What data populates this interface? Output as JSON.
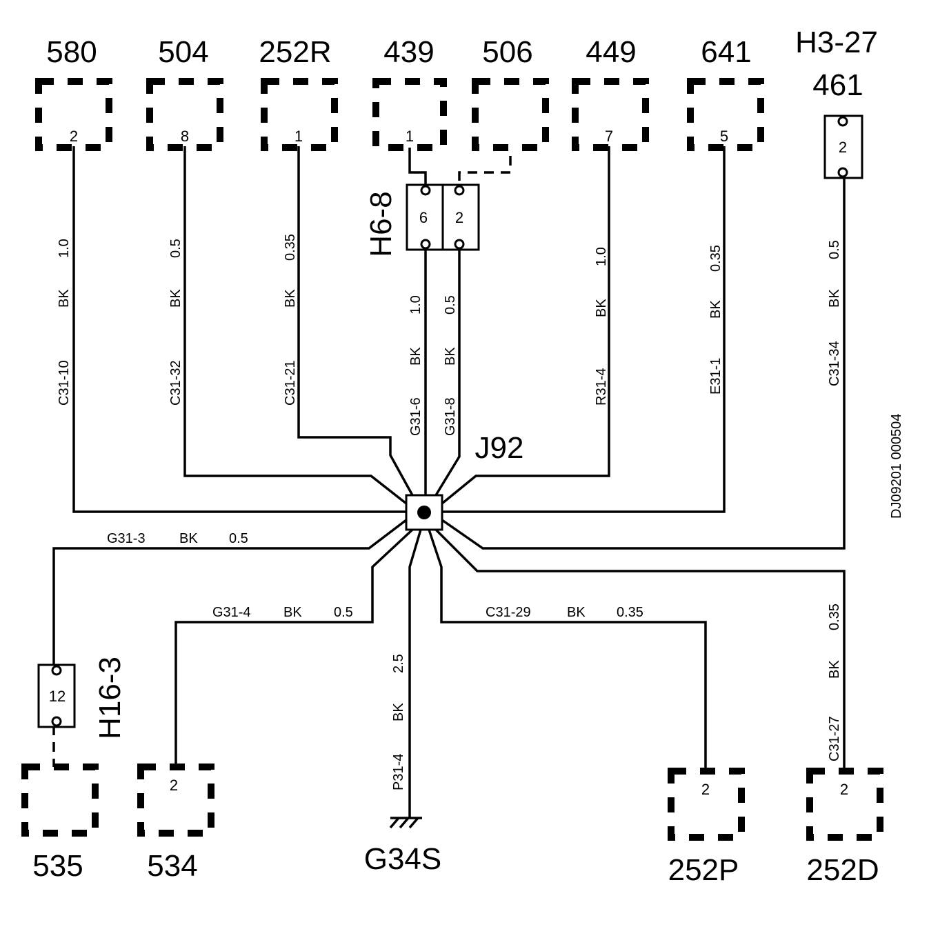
{
  "components": {
    "c580": {
      "label": "580",
      "pin": "2"
    },
    "c504": {
      "label": "504",
      "pin": "8"
    },
    "c252r": {
      "label": "252R",
      "pin": "1"
    },
    "c439": {
      "label": "439",
      "pin": "1"
    },
    "c506": {
      "label": "506"
    },
    "c449": {
      "label": "449",
      "pin": "7"
    },
    "c641": {
      "label": "641",
      "pin": "5"
    },
    "c461": {
      "label_top": "H3-27",
      "label": "461",
      "pin": "2"
    },
    "c535": {
      "label": "535"
    },
    "c534": {
      "label": "534",
      "pin": "2"
    },
    "c252p": {
      "label": "252P",
      "pin": "2"
    },
    "c252d": {
      "label": "252D",
      "pin": "2"
    }
  },
  "connectors": {
    "h6_8": {
      "label": "H6-8",
      "pin_a": "6",
      "pin_b": "2"
    },
    "h16_3": {
      "label": "H16-3",
      "pin": "12"
    }
  },
  "splice": {
    "label": "J92"
  },
  "ground": {
    "label": "G34S"
  },
  "wires": {
    "w580": {
      "id": "C31-10",
      "color": "BK",
      "size": "1.0"
    },
    "w504": {
      "id": "C31-32",
      "color": "BK",
      "size": "0.5"
    },
    "w252r": {
      "id": "C31-21",
      "color": "BK",
      "size": "0.35"
    },
    "wh6a": {
      "id": "G31-6",
      "color": "BK",
      "size": "1.0"
    },
    "wh6b": {
      "id": "G31-8",
      "color": "BK",
      "size": "0.5"
    },
    "w449": {
      "id": "R31-4",
      "color": "BK",
      "size": "1.0"
    },
    "w641": {
      "id": "E31-1",
      "color": "BK",
      "size": "0.35"
    },
    "w461": {
      "id": "C31-34",
      "color": "BK",
      "size": "0.5"
    },
    "w535": {
      "id": "G31-3",
      "color": "BK",
      "size": "0.5"
    },
    "w534": {
      "id": "G31-4",
      "color": "BK",
      "size": "0.5"
    },
    "wgnd": {
      "id": "P31-4",
      "color": "BK",
      "size": "2.5"
    },
    "w252p": {
      "id": "C31-29",
      "color": "BK",
      "size": "0.35"
    },
    "w252d": {
      "id": "C31-27",
      "color": "BK",
      "size": "0.35"
    }
  },
  "drawing_id": "DJ09201 000504"
}
